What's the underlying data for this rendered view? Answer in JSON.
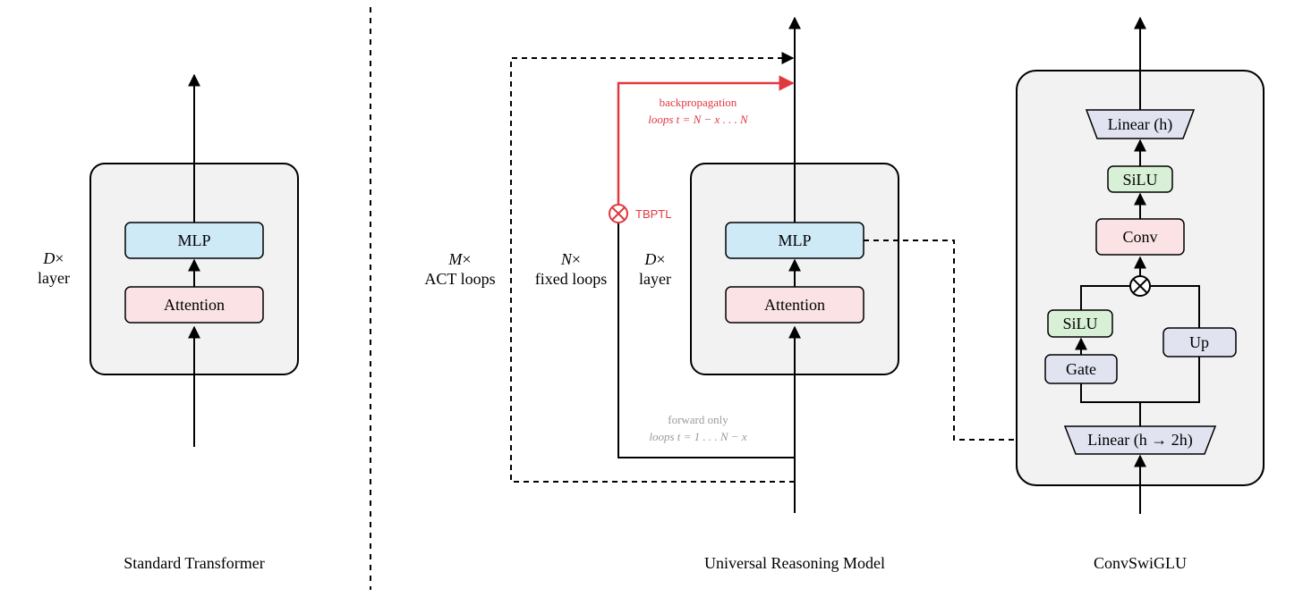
{
  "colors": {
    "panel_fill": "#f2f2f2",
    "mlp_fill": "#cdeaf6",
    "attention_fill": "#fbe3e5",
    "silu_fill": "#d8f0d6",
    "conv_fill": "#fbe3e5",
    "gate_up_fill": "#e1e3f1",
    "linear_fill": "#e1e3f1",
    "backprop_red": "#e0393e",
    "forward_gray": "#9a9a9a",
    "line_black": "#000000"
  },
  "standard": {
    "title": "Standard Transformer",
    "depth_var": "D",
    "depth_times": "×",
    "depth_word": "layer",
    "mlp": "MLP",
    "attention": "Attention"
  },
  "urm": {
    "title": "Universal Reasoning Model",
    "act_var": "M",
    "act_times": "×",
    "act_word": "ACT loops",
    "fixed_var": "N",
    "fixed_times": "×",
    "fixed_word": "fixed loops",
    "depth_var": "D",
    "depth_times": "×",
    "depth_word": "layer",
    "mlp": "MLP",
    "attention": "Attention",
    "tbptl": "TBPTL",
    "backprop_line1": "backpropagation",
    "backprop_line2": "loops t = N − x . . . N",
    "forward_line1": "forward only",
    "forward_line2": "loops t = 1 . . . N − x"
  },
  "convswiglu": {
    "title": "ConvSwiGLU",
    "linear_top": "Linear (h)",
    "silu_top": "SiLU",
    "conv": "Conv",
    "silu_left": "SiLU",
    "gate": "Gate",
    "up": "Up",
    "linear_bottom": "Linear (h → 2h)",
    "multiply_icon": "circled-times",
    "bottom_multiply_icon": "circled-times"
  }
}
